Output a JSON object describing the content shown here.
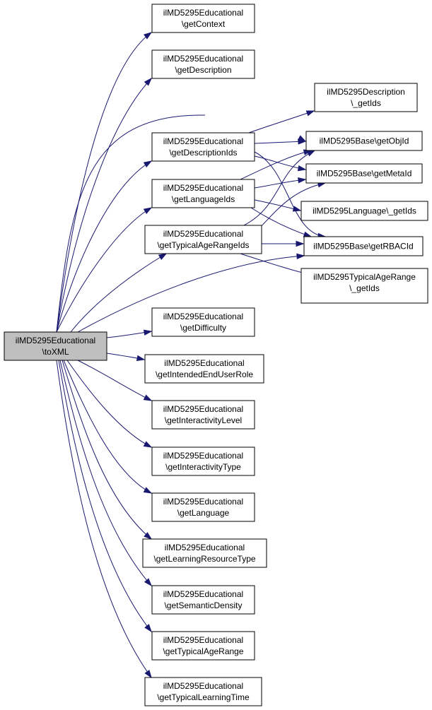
{
  "nodes": [
    {
      "id": "toXML",
      "line1": "ilMD5295Educational",
      "line2": "\\toXML",
      "is_current": true
    },
    {
      "id": "getContext",
      "line1": "ilMD5295Educational",
      "line2": "\\getContext"
    },
    {
      "id": "getDescription",
      "line1": "ilMD5295Educational",
      "line2": "\\getDescription"
    },
    {
      "id": "getDescriptionIds",
      "line1": "ilMD5295Educational",
      "line2": "\\getDescriptionIds"
    },
    {
      "id": "getLanguageIds",
      "line1": "ilMD5295Educational",
      "line2": "\\getLanguageIds"
    },
    {
      "id": "getTypicalAgeRangeIds",
      "line1": "ilMD5295Educational",
      "line2": "\\getTypicalAgeRangeIds"
    },
    {
      "id": "getDifficulty",
      "line1": "ilMD5295Educational",
      "line2": "\\getDifficulty"
    },
    {
      "id": "getIntendedEndUserRole",
      "line1": "ilMD5295Educational",
      "line2": "\\getIntendedEndUserRole"
    },
    {
      "id": "getInteractivityLevel",
      "line1": "ilMD5295Educational",
      "line2": "\\getInteractivityLevel"
    },
    {
      "id": "getInteractivityType",
      "line1": "ilMD5295Educational",
      "line2": "\\getInteractivityType"
    },
    {
      "id": "getLanguage",
      "line1": "ilMD5295Educational",
      "line2": "\\getLanguage"
    },
    {
      "id": "getLearningResourceType",
      "line1": "ilMD5295Educational",
      "line2": "\\getLearningResourceType"
    },
    {
      "id": "getSemanticDensity",
      "line1": "ilMD5295Educational",
      "line2": "\\getSemanticDensity"
    },
    {
      "id": "getTypicalAgeRange",
      "line1": "ilMD5295Educational",
      "line2": "\\getTypicalAgeRange"
    },
    {
      "id": "getTypicalLearningTime",
      "line1": "ilMD5295Educational",
      "line2": "\\getTypicalLearningTime"
    },
    {
      "id": "descGetIds",
      "line1": "ilMD5295Description",
      "line2": "\\_getIds"
    },
    {
      "id": "getObjId",
      "line1": "ilMD5295Base\\getObjId",
      "line2": ""
    },
    {
      "id": "getMetaId",
      "line1": "ilMD5295Base\\getMetaId",
      "line2": ""
    },
    {
      "id": "langGetIds",
      "line1": "ilMD5295Language\\_getIds",
      "line2": ""
    },
    {
      "id": "getRBACId",
      "line1": "ilMD5295Base\\getRBACId",
      "line2": ""
    },
    {
      "id": "tarGetIds",
      "line1": "ilMD5295TypicalAgeRange",
      "line2": "\\_getIds"
    }
  ],
  "edges": [
    {
      "from": "toXML",
      "to": "getContext"
    },
    {
      "from": "toXML",
      "to": "getDescription"
    },
    {
      "from": "toXML",
      "to": "getObjId"
    },
    {
      "from": "toXML",
      "to": "getDescriptionIds"
    },
    {
      "from": "toXML",
      "to": "getLanguageIds"
    },
    {
      "from": "toXML",
      "to": "getTypicalAgeRangeIds"
    },
    {
      "from": "toXML",
      "to": "getRBACId"
    },
    {
      "from": "toXML",
      "to": "getDifficulty"
    },
    {
      "from": "toXML",
      "to": "getIntendedEndUserRole"
    },
    {
      "from": "toXML",
      "to": "getInteractivityLevel"
    },
    {
      "from": "toXML",
      "to": "getInteractivityType"
    },
    {
      "from": "toXML",
      "to": "getLanguage"
    },
    {
      "from": "toXML",
      "to": "getLearningResourceType"
    },
    {
      "from": "toXML",
      "to": "getSemanticDensity"
    },
    {
      "from": "toXML",
      "to": "getTypicalAgeRange"
    },
    {
      "from": "toXML",
      "to": "getTypicalLearningTime"
    },
    {
      "from": "getDescriptionIds",
      "to": "descGetIds"
    },
    {
      "from": "getDescriptionIds",
      "to": "getObjId"
    },
    {
      "from": "getDescriptionIds",
      "to": "getMetaId"
    },
    {
      "from": "getDescriptionIds",
      "to": "getRBACId"
    },
    {
      "from": "getLanguageIds",
      "to": "getObjId"
    },
    {
      "from": "getLanguageIds",
      "to": "getMetaId"
    },
    {
      "from": "getLanguageIds",
      "to": "langGetIds"
    },
    {
      "from": "getLanguageIds",
      "to": "getRBACId"
    },
    {
      "from": "getTypicalAgeRangeIds",
      "to": "getObjId"
    },
    {
      "from": "getTypicalAgeRangeIds",
      "to": "getMetaId"
    },
    {
      "from": "getTypicalAgeRangeIds",
      "to": "getRBACId"
    },
    {
      "from": "getTypicalAgeRangeIds",
      "to": "tarGetIds"
    }
  ],
  "colors": {
    "edge": "#191970",
    "current_node_fill": "#bfbfbf",
    "node_fill": "#ffffff",
    "node_border": "#000000"
  }
}
